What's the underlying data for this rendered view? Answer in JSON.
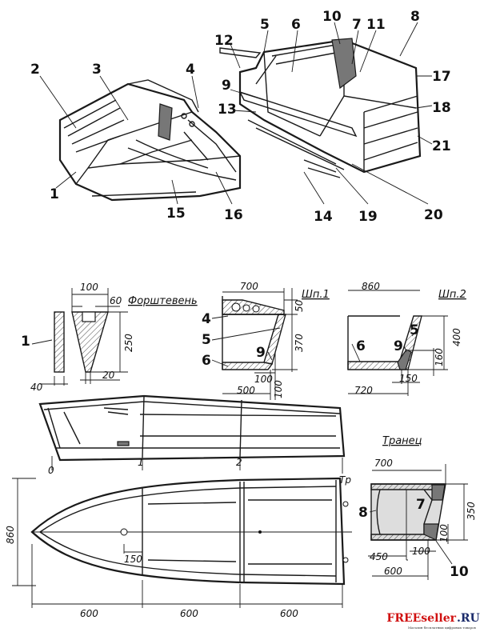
{
  "exploded_view": {
    "callouts": [
      "1",
      "2",
      "3",
      "4",
      "5",
      "6",
      "7",
      "8",
      "9",
      "10",
      "11",
      "12",
      "13",
      "14",
      "15",
      "16",
      "17",
      "18",
      "19",
      "20",
      "21"
    ]
  },
  "stem": {
    "title": "Форштевень",
    "part": "1",
    "dims": {
      "width_top": "100",
      "notch": "60",
      "height": "250",
      "width_bottom": "20",
      "thickness": "40"
    }
  },
  "frame1": {
    "title": "Шп.1",
    "parts": [
      "4",
      "5",
      "6",
      "9"
    ],
    "dims": {
      "width": "700",
      "top": "50",
      "height": "370",
      "knee": "100",
      "bottom": "500",
      "knee_h": "100"
    }
  },
  "frame2": {
    "title": "Шп.2",
    "parts": [
      "5",
      "6",
      "9"
    ],
    "dims": {
      "width": "860",
      "height": "400",
      "knee_h": "160",
      "knee_w": "150",
      "bottom": "720"
    }
  },
  "side_view": {
    "stations": [
      "0",
      "1",
      "2",
      "Тр"
    ]
  },
  "plan_view": {
    "dims": {
      "beam": "860",
      "offset": "150",
      "sections": [
        "600",
        "600",
        "600"
      ]
    }
  },
  "transom": {
    "title": "Транец",
    "parts": [
      "7",
      "8",
      "10"
    ],
    "dims": {
      "width": "700",
      "height": "350",
      "knee_h": "100",
      "bottom_inner": "450",
      "knee_w": "100",
      "bottom": "600"
    }
  },
  "watermark": {
    "brand_red": "FREEseller",
    "brand_blue": ".RU",
    "tagline": "Магазин бесплатных цифровых товаров"
  }
}
